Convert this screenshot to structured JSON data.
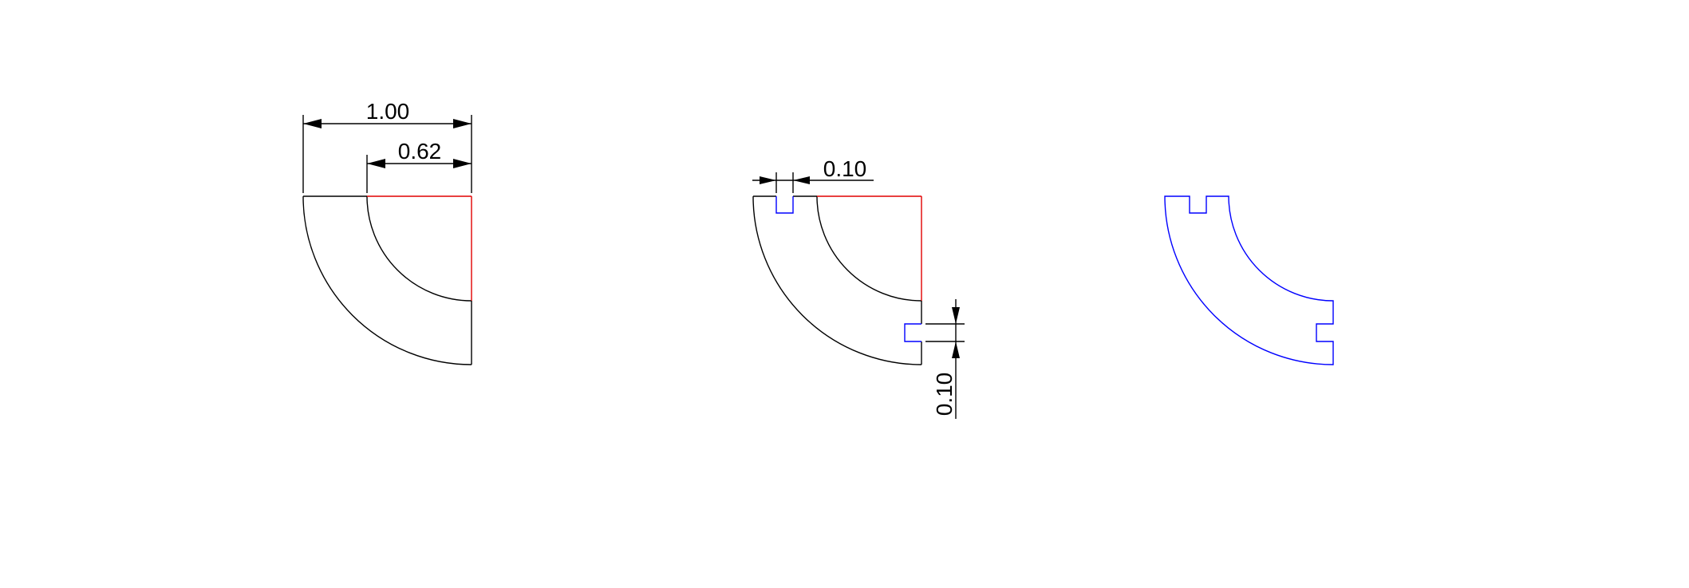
{
  "colors": {
    "outline": "#000000",
    "cut_line": "#e00000",
    "slot": "#0000ff",
    "background": "#ffffff"
  },
  "figure_1": {
    "outer_width_label": "1.00",
    "inner_offset_label": "0.62"
  },
  "figure_2": {
    "slot_width_label": "0.10",
    "slot_height_label": "0.10"
  },
  "figure_3": {}
}
